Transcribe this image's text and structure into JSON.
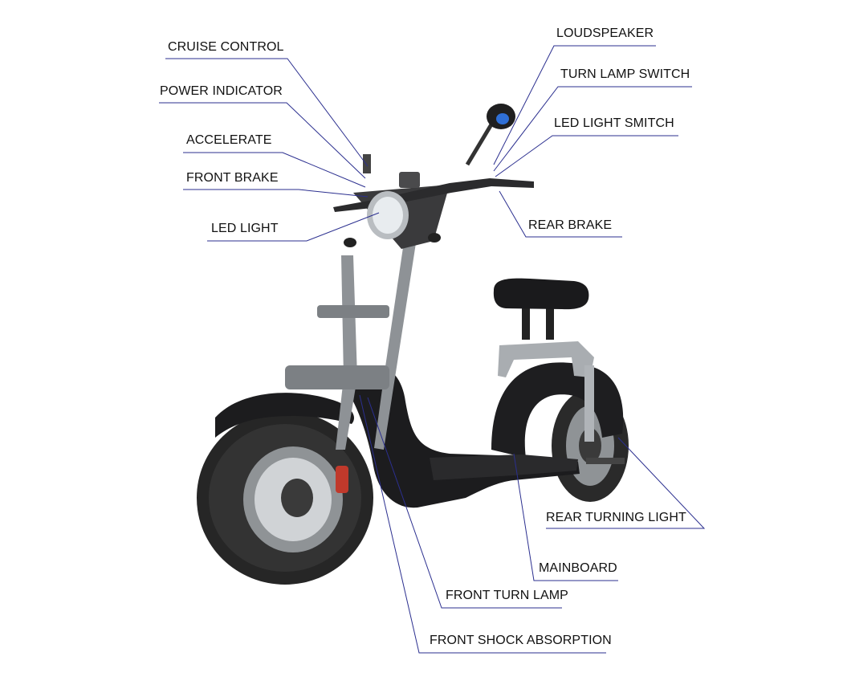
{
  "colors": {
    "leader_line": "#2b2f8f",
    "label_text": "#111111",
    "scooter_body": "#1c1c1e",
    "tire": "#2a2a2a",
    "rim": "#8f9396",
    "chrome": "#a9adb1",
    "caliper": "#c0392b",
    "mirror_lens": "#2f6fd6",
    "background": "#ffffff"
  },
  "labels": {
    "cruise_control": "CRUISE CONTROL",
    "power_indicator": "POWER INDICATOR",
    "accelerate": "ACCELERATE",
    "front_brake": "FRONT BRAKE",
    "led_light": "LED LIGHT",
    "loudspeaker": "LOUDSPEAKER",
    "turn_lamp_switch": "TURN LAMP SWITCH",
    "led_light_switch": "LED LIGHT SMITCH",
    "rear_brake": "REAR BRAKE",
    "rear_turning_light": "REAR TURNING LIGHT",
    "mainboard": "MAINBOARD",
    "front_turn_lamp": "FRONT TURN LAMP",
    "front_shock_absorption": "FRONT SHOCK ABSORPTION"
  }
}
